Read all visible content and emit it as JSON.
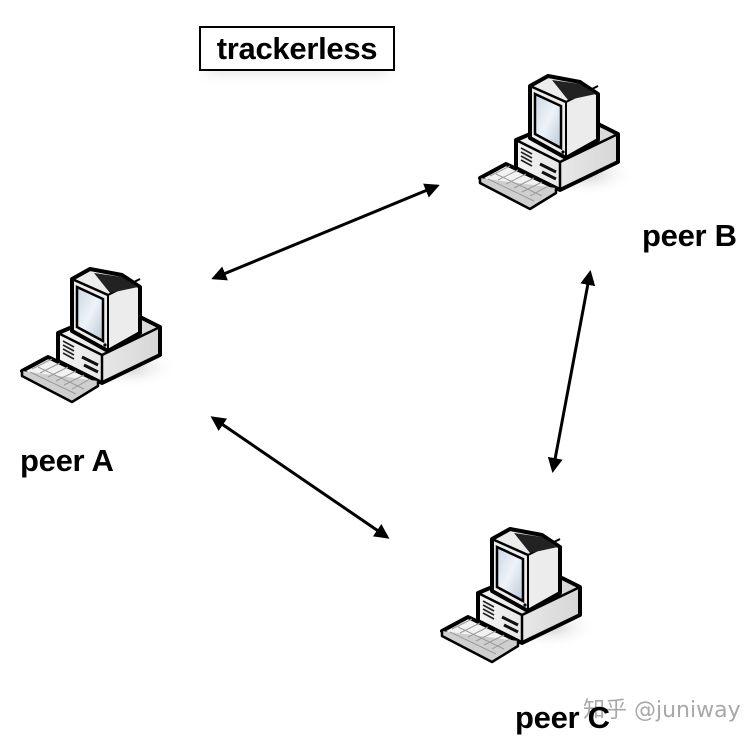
{
  "diagram": {
    "title": "trackerless",
    "nodes": [
      {
        "id": "peer-a",
        "label": "peer A",
        "icon": "desktop-computer-icon"
      },
      {
        "id": "peer-b",
        "label": "peer B",
        "icon": "desktop-computer-icon"
      },
      {
        "id": "peer-c",
        "label": "peer C",
        "icon": "desktop-computer-icon"
      }
    ],
    "edges": [
      {
        "from": "peer-a",
        "to": "peer-b",
        "type": "bidirectional-arrow"
      },
      {
        "from": "peer-a",
        "to": "peer-c",
        "type": "bidirectional-arrow"
      },
      {
        "from": "peer-b",
        "to": "peer-c",
        "type": "bidirectional-arrow"
      }
    ]
  },
  "watermark": "知乎 @juniway"
}
